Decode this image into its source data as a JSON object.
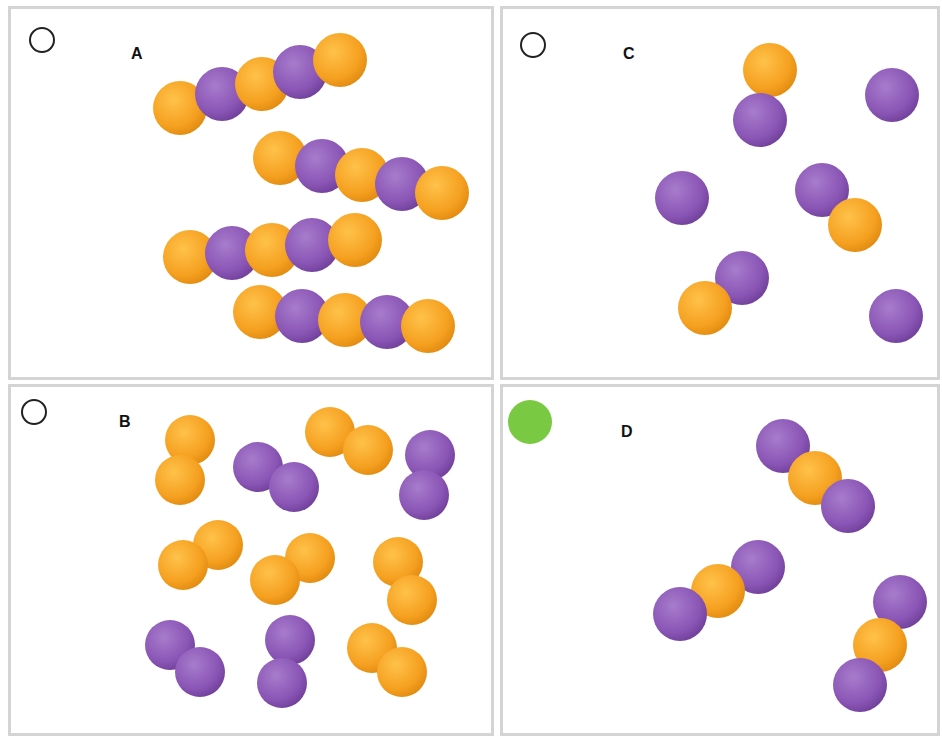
{
  "diagram": {
    "nodes": [
      {
        "text": [
          "A"
        ]
      },
      {
        "text": [
          "C"
        ]
      },
      {
        "text": [
          "B"
        ]
      },
      {
        "text": [
          "D"
        ]
      }
    ]
  }
}
